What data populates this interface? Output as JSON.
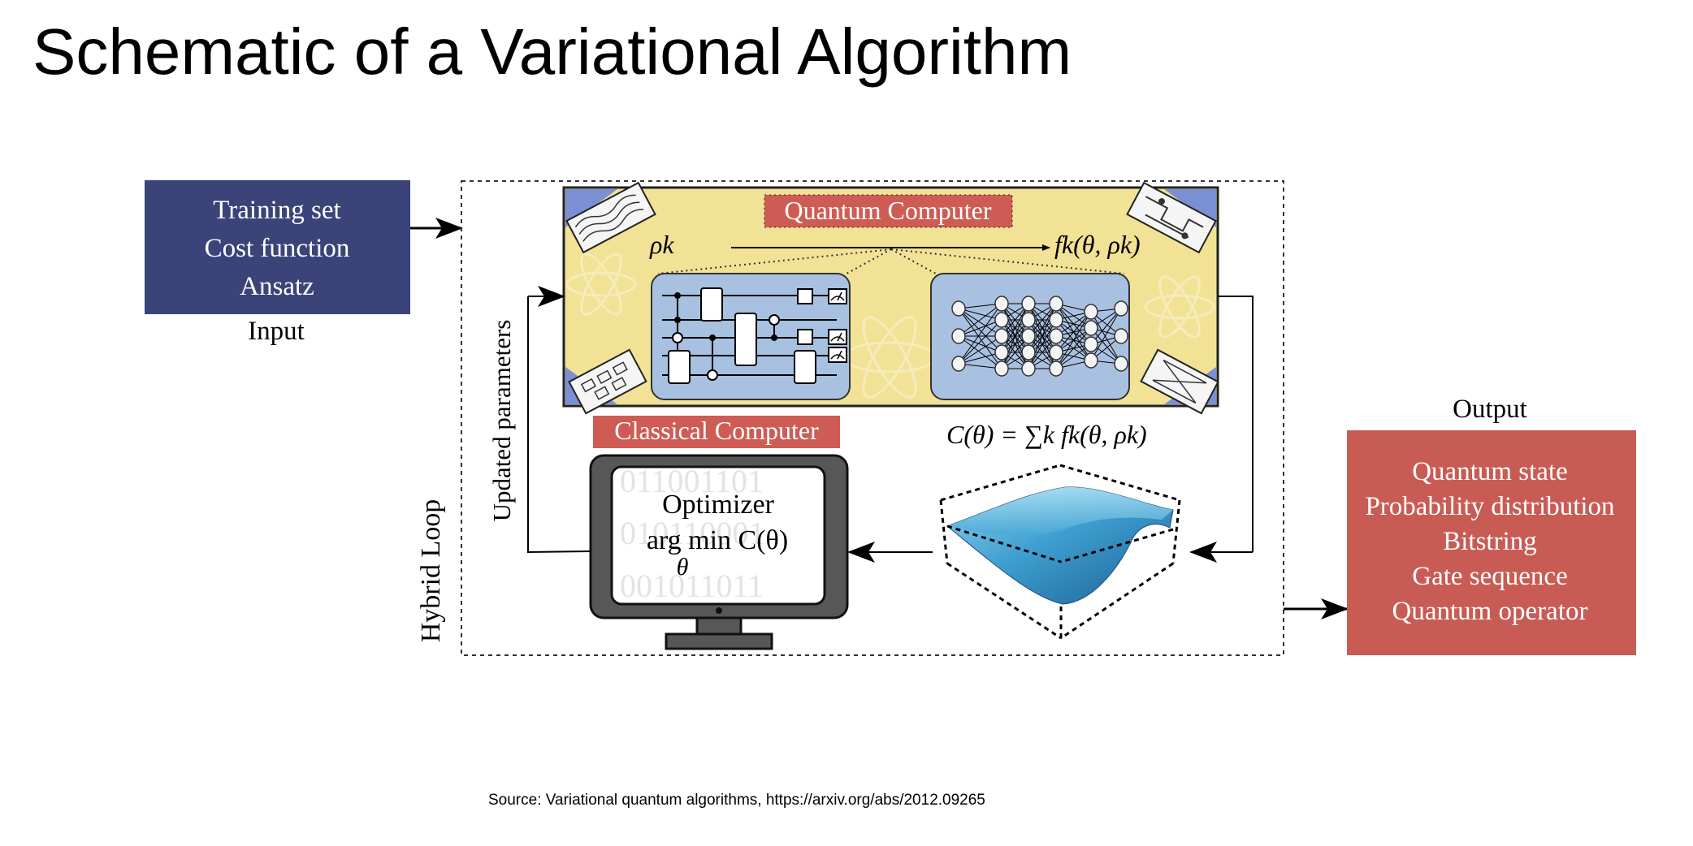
{
  "slide": {
    "title": "Schematic of a Variational Algorithm",
    "source": "Source: Variational quantum algorithms, https://arxiv.org/abs/2012.09265"
  },
  "input": {
    "lines": [
      "Training set",
      "Cost function",
      "Ansatz"
    ],
    "label": "Input",
    "color": "#3b4478"
  },
  "quantum": {
    "label": "Quantum Computer",
    "state": "ρk",
    "measure": "fk(θ, ρk)",
    "panel_color": "#f2e296",
    "badge_color": "#cf5c54",
    "module_color": "#a9c1e1"
  },
  "classical": {
    "label": "Classical Computer",
    "optimizer_line1": "Optimizer",
    "optimizer_line2": "arg min C(θ)",
    "optimizer_sub": "θ",
    "binary": [
      "011001101",
      "010110001",
      "001011011"
    ]
  },
  "cost": {
    "formula": "C(θ) = ∑k fk(θ, ρk)"
  },
  "loop": {
    "hybrid_label": "Hybrid Loop",
    "update_label": "Updated parameters"
  },
  "output": {
    "label": "Output",
    "lines": [
      "Quantum state",
      "Probability distribution",
      "Bitstring",
      "Gate sequence",
      "Quantum operator"
    ],
    "color": "#c85c55"
  }
}
